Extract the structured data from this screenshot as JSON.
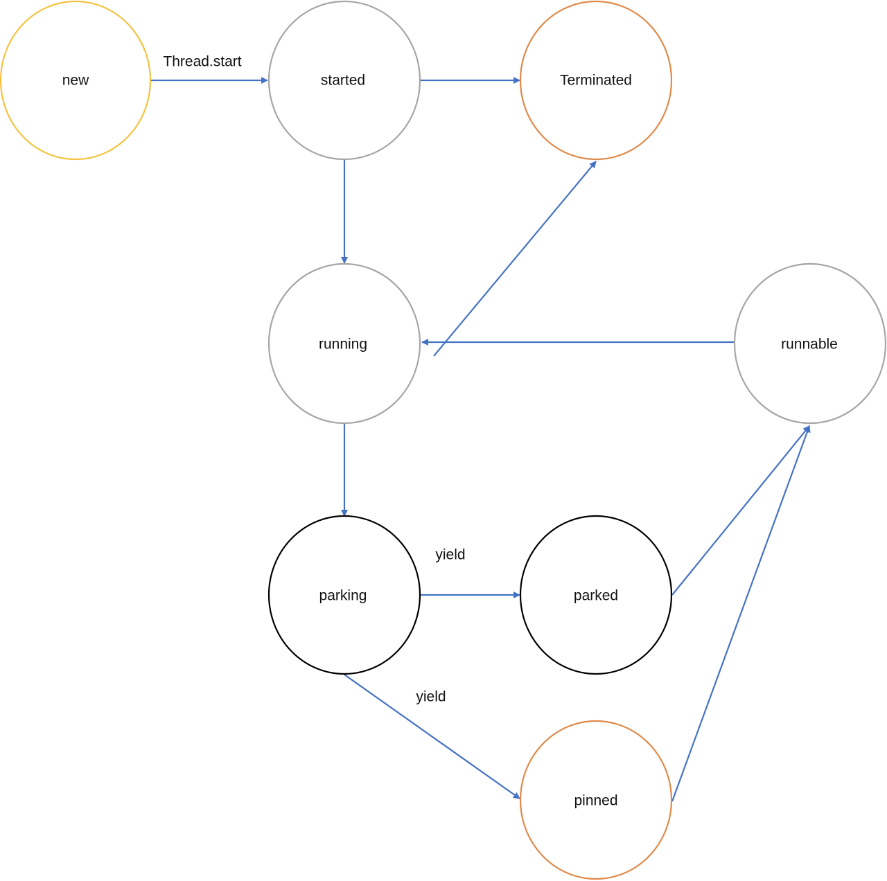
{
  "colors": {
    "arrow": "#4472c4",
    "state_new": "#f5c242",
    "state_default": "#a6a6a6",
    "state_terminal": "#e08a4a",
    "state_parking": "#000000"
  },
  "nodes": {
    "new": {
      "label": "new"
    },
    "started": {
      "label": "started"
    },
    "terminated": {
      "label": "Terminated"
    },
    "running": {
      "label": "running"
    },
    "runnable": {
      "label": "runnable"
    },
    "parking": {
      "label": "parking"
    },
    "parked": {
      "label": "parked"
    },
    "pinned": {
      "label": "pinned"
    }
  },
  "edges": {
    "new_to_started": {
      "label": "Thread.start"
    },
    "parking_to_parked": {
      "label": "yield"
    },
    "parking_to_pinned": {
      "label": "yield"
    }
  }
}
